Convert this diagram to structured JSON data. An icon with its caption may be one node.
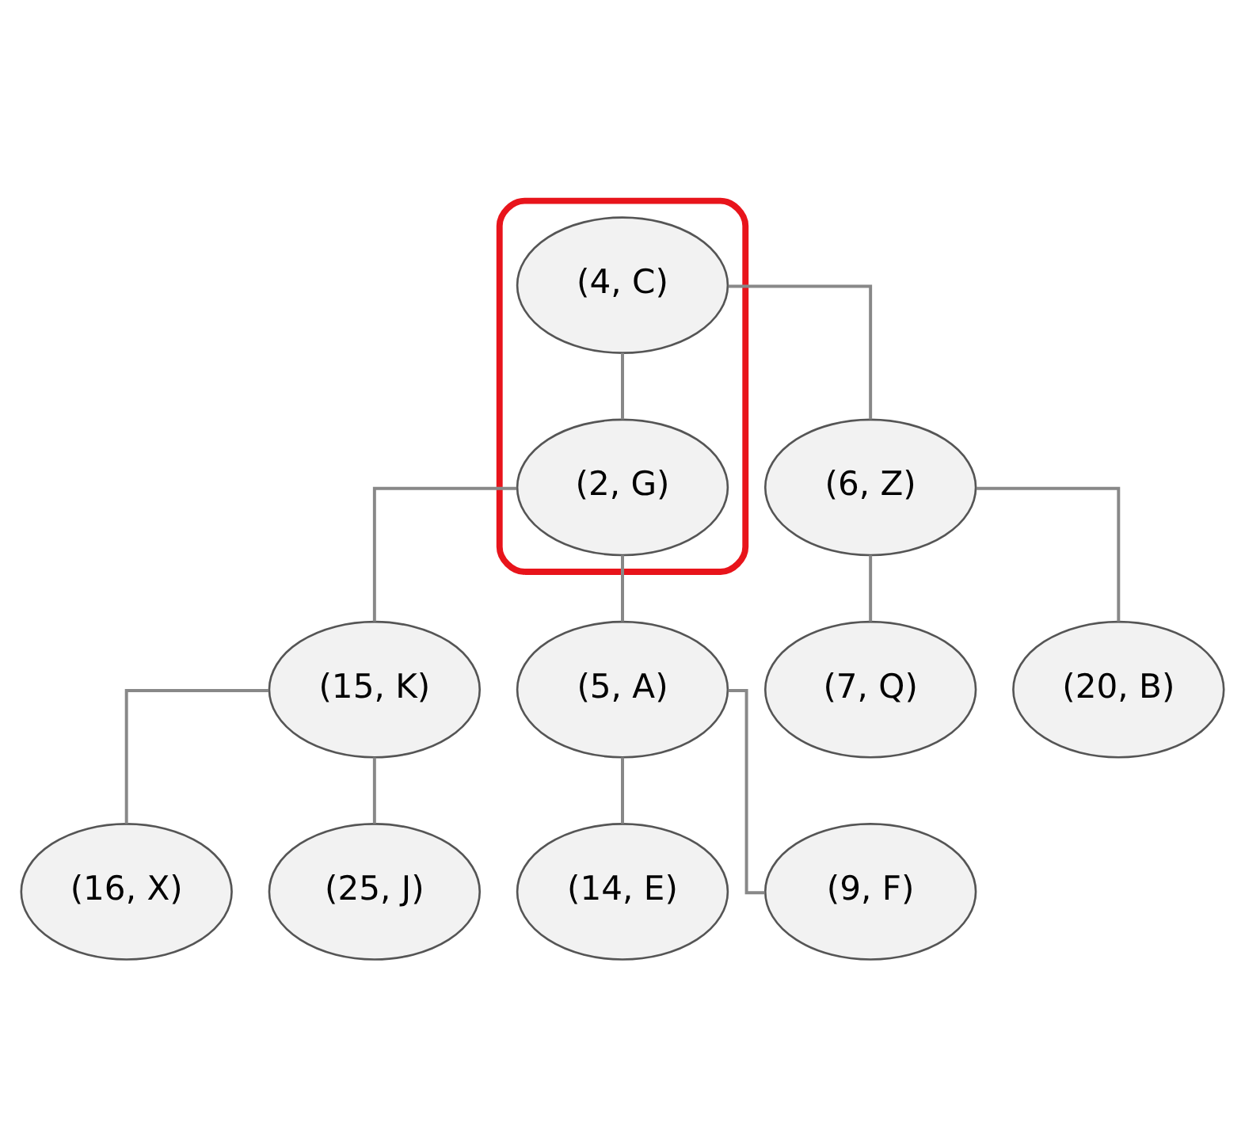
{
  "diagram": {
    "nodes": [
      {
        "text": [],
        "shape": "loop"
      },
      {
        "text": [
          "(4, C)"
        ],
        "in": 0
      },
      {
        "text": [
          "(2, G)"
        ],
        "in": 0
      },
      {
        "text": [
          "(6, Z)"
        ]
      },
      {
        "text": [
          "(15, K)"
        ]
      },
      {
        "text": [
          "(5, A)"
        ]
      },
      {
        "text": [
          "(7, Q)"
        ]
      },
      {
        "text": [
          "(20, B)"
        ]
      },
      {
        "text": [
          "(16, X)"
        ]
      },
      {
        "text": [
          "(25, J)"
        ]
      },
      {
        "text": [
          "(14, E)"
        ]
      },
      {
        "text": [
          "(9, F)"
        ]
      }
    ],
    "edges": [
      {
        "from": 1,
        "to": 2,
        "arrow": "none"
      },
      {
        "from": 1,
        "to": 3,
        "arrow": "none"
      },
      {
        "from": 2,
        "to": 4,
        "arrow": "none"
      },
      {
        "from": 2,
        "to": 5,
        "arrow": "none"
      },
      {
        "from": 3,
        "to": 6,
        "arrow": "none"
      },
      {
        "from": 3,
        "to": 7,
        "arrow": "none"
      },
      {
        "from": 4,
        "to": 8,
        "arrow": "none"
      },
      {
        "from": 4,
        "to": 9,
        "arrow": "none"
      },
      {
        "from": 5,
        "to": 10,
        "arrow": "none"
      },
      {
        "from": 5,
        "to": 11,
        "arrow": "none"
      }
    ]
  }
}
